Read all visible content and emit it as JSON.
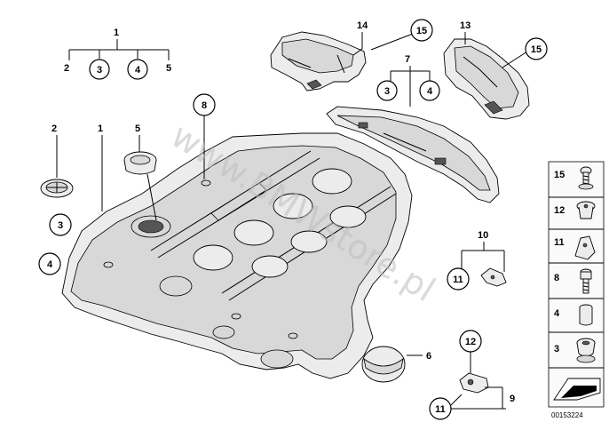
{
  "callouts": {
    "c1_top": "1",
    "c2_top": "2",
    "c3_top": "3",
    "c4_top": "4",
    "c5_top": "5",
    "c14": "14",
    "c15_a": "15",
    "c13": "13",
    "c15_b": "15",
    "c7": "7",
    "c3_mid": "3",
    "c4_mid": "4",
    "c8": "8",
    "c2_left": "2",
    "c1_left": "1",
    "c5_left": "5",
    "c3_left": "3",
    "c4_left": "4",
    "c10": "10",
    "c11_a": "11",
    "c6": "6",
    "c12": "12",
    "c11_b": "11",
    "c9": "9"
  },
  "watermark": "www.BMWstore.pl",
  "legend": {
    "items": [
      "15",
      "12",
      "11",
      "8",
      "4",
      "3"
    ]
  },
  "drawing_code": "00153224"
}
